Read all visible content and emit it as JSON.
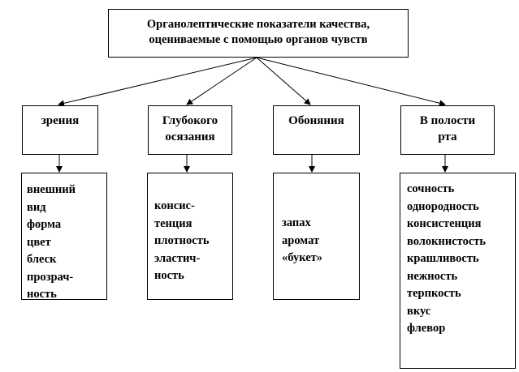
{
  "root": {
    "lines": [
      "Органолептические показатели качества,",
      "оцениваемые с помощью органов чувств"
    ]
  },
  "categories": [
    {
      "id": "vision",
      "lines": [
        "зрения"
      ],
      "indicators": [
        "внешний",
        "вид",
        "форма",
        "цвет",
        "блеск",
        "прозрач-",
        "ность"
      ]
    },
    {
      "id": "touch",
      "lines": [
        "Глубокого",
        "осязания"
      ],
      "indicators": [
        "конcис-",
        "тенция",
        "плотность",
        "эластич-",
        "ность"
      ]
    },
    {
      "id": "smell",
      "lines": [
        "Обоняния"
      ],
      "indicators": [
        "запах",
        "аромат",
        "«букет»"
      ]
    },
    {
      "id": "mouth",
      "lines": [
        "В полости",
        "рта"
      ],
      "indicators": [
        "сочность",
        "однородность",
        "консистенция",
        "волокнистость",
        "крашливость",
        "нежность",
        "терпкость",
        "вкус",
        "флевор"
      ]
    }
  ],
  "colors": {
    "line": "#000000",
    "background": "#ffffff",
    "text": "#000000"
  }
}
